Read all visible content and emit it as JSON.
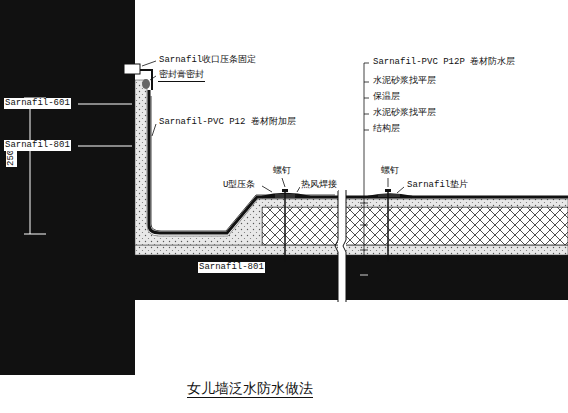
{
  "diagram": {
    "caption": "女儿墙泛水防水做法",
    "labels": [
      "Sarnafil收口压条固定",
      "密封膏密封",
      "Sarnafil-601",
      "250",
      "Sarnafil-801",
      "Sarnafil-PVC P12 卷材附加层",
      "螺钉",
      "U型压条",
      "热风焊接",
      "Sarnafil-801",
      "Sarnafil-PVC P12P 卷材防水层",
      "水泥砂浆找平层",
      "保温层",
      "水泥砂浆找平层",
      "结构层",
      "螺钉",
      "Sarnafil垫片"
    ]
  }
}
